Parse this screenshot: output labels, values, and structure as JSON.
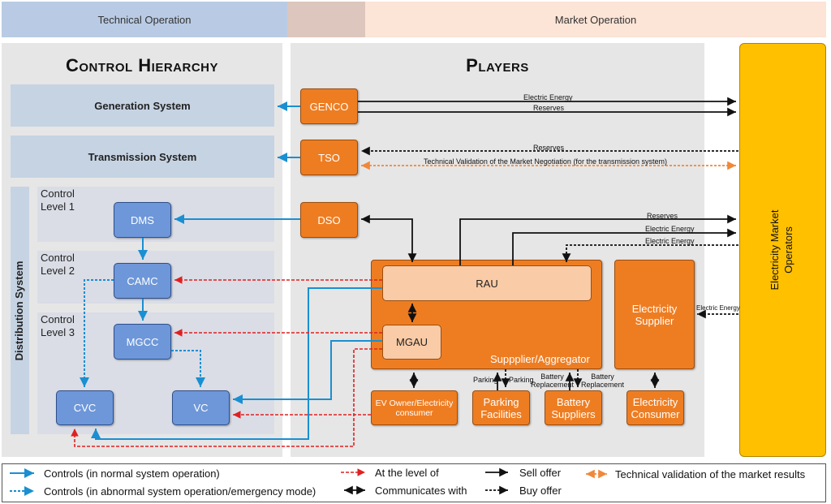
{
  "header": {
    "technical": "Technical Operation",
    "market": "Market Operation"
  },
  "control_hierarchy": {
    "title": "Control Hierarchy",
    "generation": "Generation System",
    "transmission": "Transmission System",
    "distribution": "Distribution System",
    "levels": [
      "Control\nLevel 1",
      "Control\nLevel 2",
      "Control\nLevel 3"
    ],
    "nodes": {
      "dms": "DMS",
      "camc": "CAMC",
      "mgcc": "MGCC",
      "cvc": "CVC",
      "vc": "VC"
    }
  },
  "players": {
    "title": "Players",
    "genco": "GENCO",
    "tso": "TSO",
    "dso": "DSO",
    "rau": "RAU",
    "mgau": "MGAU",
    "aggregator": "Suppplier/Aggregator",
    "electricity_supplier": "Electricity Supplier",
    "ev_owner": "EV Owner/Electricity consumer",
    "parking": "Parking Facilities",
    "battery": "Battery Suppliers",
    "electricity_consumer": "Electricity Consumer"
  },
  "market_operators": "Electricity Market Operators",
  "flow_labels": {
    "genco_energy": "Electric Energy",
    "genco_reserves": "Reserves",
    "tso_reserves": "Reserves",
    "tso_validation": "Technical Validation of the Market Negotiation (for the transmission system)",
    "rau_reserves": "Reserves",
    "rau_energy": "Electric Energy",
    "rau_energy_buy": "Electric Energy",
    "supplier_energy": "Electric Energy",
    "parking_sell": "Parking",
    "parking_buy": "Parking",
    "battery_sell": "Battery\nReplacement",
    "battery_buy": "Battery\nReplacement"
  },
  "legend": {
    "controls_normal": "Controls (in normal system operation)",
    "controls_abnormal": "Controls (in abnormal system operation/emergency mode)",
    "level_of": "At the level of",
    "communicates": "Communicates with",
    "sell": "Sell offer",
    "buy": "Buy offer",
    "validation": "Technical validation of the market results"
  },
  "colors": {
    "control_blue": "#1a8fd1",
    "level_red": "#e02020",
    "validation_orange": "#f0883a",
    "operator_yellow": "#ffc000",
    "player_orange": "#ee7d22"
  }
}
